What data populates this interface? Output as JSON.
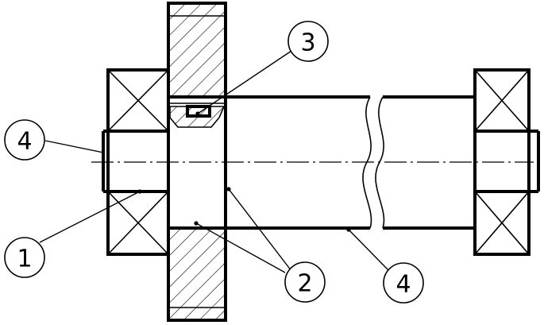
{
  "diagram": {
    "callouts": [
      {
        "id": "callout-1",
        "label": "1"
      },
      {
        "id": "callout-2",
        "label": "2"
      },
      {
        "id": "callout-3",
        "label": "3"
      },
      {
        "id": "callout-4-left",
        "label": "4"
      },
      {
        "id": "callout-4-right",
        "label": "4"
      }
    ],
    "colors": {
      "line": "#000000",
      "background": "#ffffff"
    }
  }
}
